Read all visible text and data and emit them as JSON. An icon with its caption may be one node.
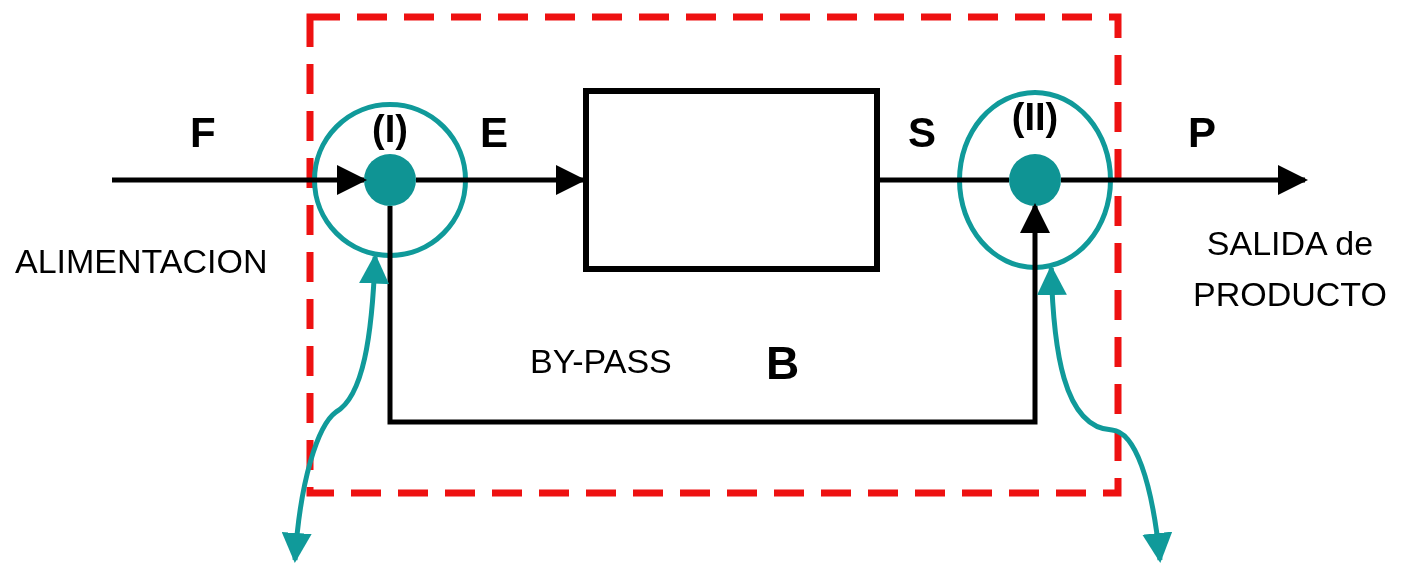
{
  "diagram": {
    "nodes": [
      {
        "text": [
          "(I)"
        ]
      },
      {
        "text": [],
        "shape": "circle",
        "in": 0
      },
      {
        "text": [],
        "shape": "box"
      },
      {
        "text": [
          "(II)"
        ]
      },
      {
        "text": [],
        "shape": "circle",
        "in": 3
      }
    ],
    "edges": [
      {
        "from": null,
        "to": 1,
        "arrow": "to",
        "label": "F"
      },
      {
        "from": 1,
        "to": 2,
        "arrow": "to",
        "label": "E"
      },
      {
        "from": 2,
        "to": 4,
        "arrow": "none",
        "label": "S"
      },
      {
        "from": 4,
        "to": null,
        "arrow": "to",
        "label": "P"
      },
      {
        "from": 1,
        "to": 4,
        "arrow": "to",
        "label": "B"
      },
      {
        "from": null,
        "to": 0,
        "arrow": "both",
        "color": "#109a9a"
      },
      {
        "from": null,
        "to": 3,
        "arrow": "both",
        "color": "#109a9a"
      }
    ],
    "labels": [
      "ALIMENTACION",
      "BY-PASS",
      "SALIDA de PRODUCTO"
    ]
  }
}
